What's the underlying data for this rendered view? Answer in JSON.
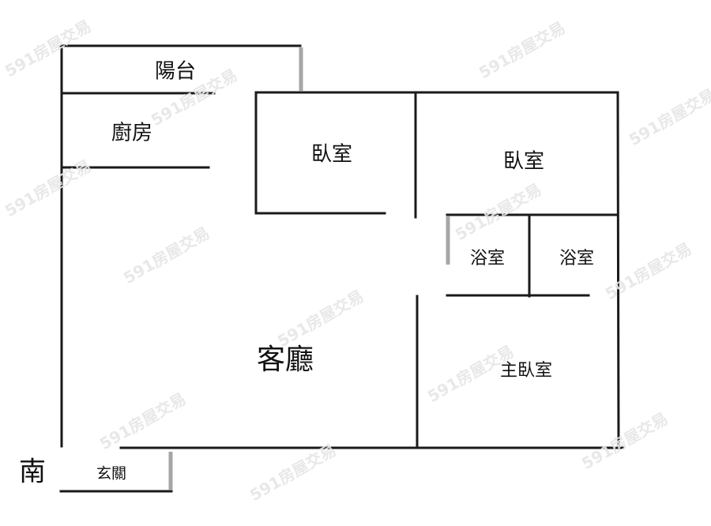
{
  "floor_plan": {
    "orientation_label": "南",
    "rooms": [
      {
        "id": "balcony",
        "label": "陽台"
      },
      {
        "id": "kitchen",
        "label": "廚房"
      },
      {
        "id": "bedroom_1",
        "label": "臥室"
      },
      {
        "id": "bedroom_2",
        "label": "臥室"
      },
      {
        "id": "bathroom_1",
        "label": "浴室"
      },
      {
        "id": "bathroom_2",
        "label": "浴室"
      },
      {
        "id": "living_room",
        "label": "客廳"
      },
      {
        "id": "master_bedroom",
        "label": "主臥室"
      },
      {
        "id": "entrance",
        "label": "玄關"
      }
    ],
    "colors": {
      "wall": "#1a1a1a",
      "opening_wall": "#a6a6a6",
      "watermark": "#e6e6e6",
      "background": "#ffffff"
    }
  },
  "watermark": {
    "text": "591房屋交易"
  }
}
